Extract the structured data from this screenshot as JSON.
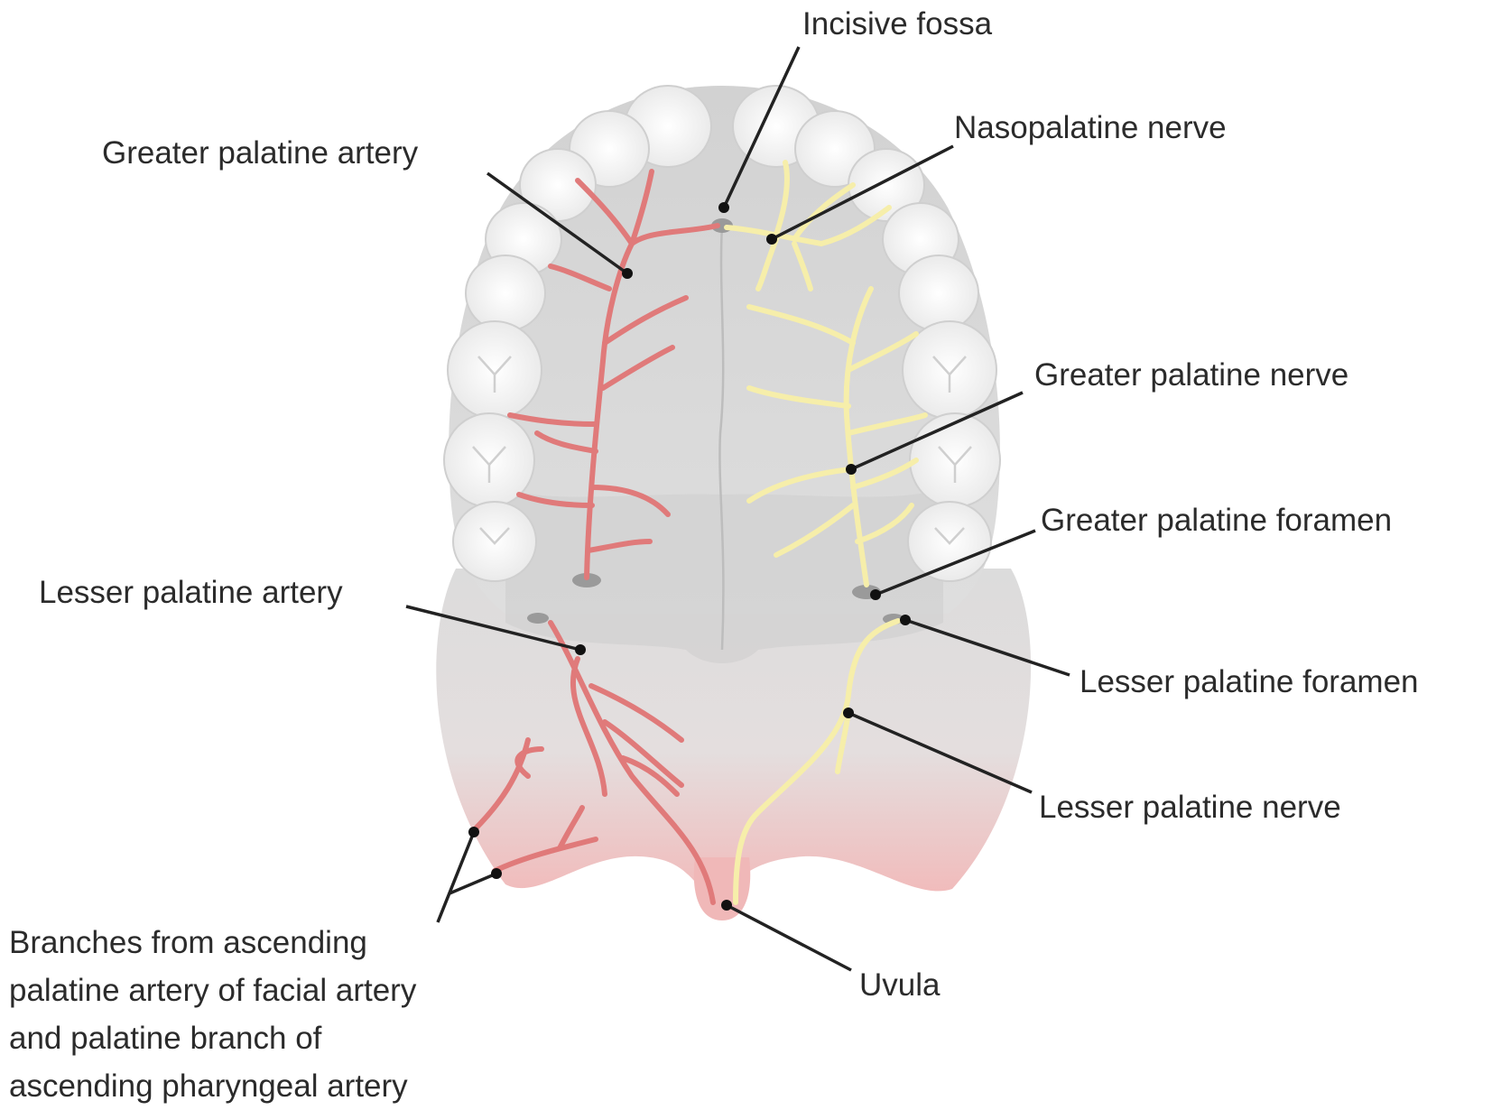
{
  "labels": {
    "incisive_fossa": "Incisive fossa",
    "nasopalatine_nerve": "Nasopalatine nerve",
    "greater_palatine_artery": "Greater palatine artery",
    "greater_palatine_nerve": "Greater palatine nerve",
    "greater_palatine_foramen": "Greater palatine foramen",
    "lesser_palatine_artery": "Lesser palatine artery",
    "lesser_palatine_foramen": "Lesser palatine foramen",
    "lesser_palatine_nerve": "Lesser palatine nerve",
    "uvula": "Uvula",
    "branches": [
      "Branches from ascending",
      "palatine artery of facial artery",
      "and palatine branch of",
      "ascending pharyngeal artery"
    ]
  },
  "colors": {
    "artery": "#e07a7a",
    "nerve": "#f6eeaa",
    "palate": "#d9d9d9",
    "teeth": "#f2f2f2",
    "soft_palate_tint": "#f3c4c4",
    "leader": "#222222"
  }
}
